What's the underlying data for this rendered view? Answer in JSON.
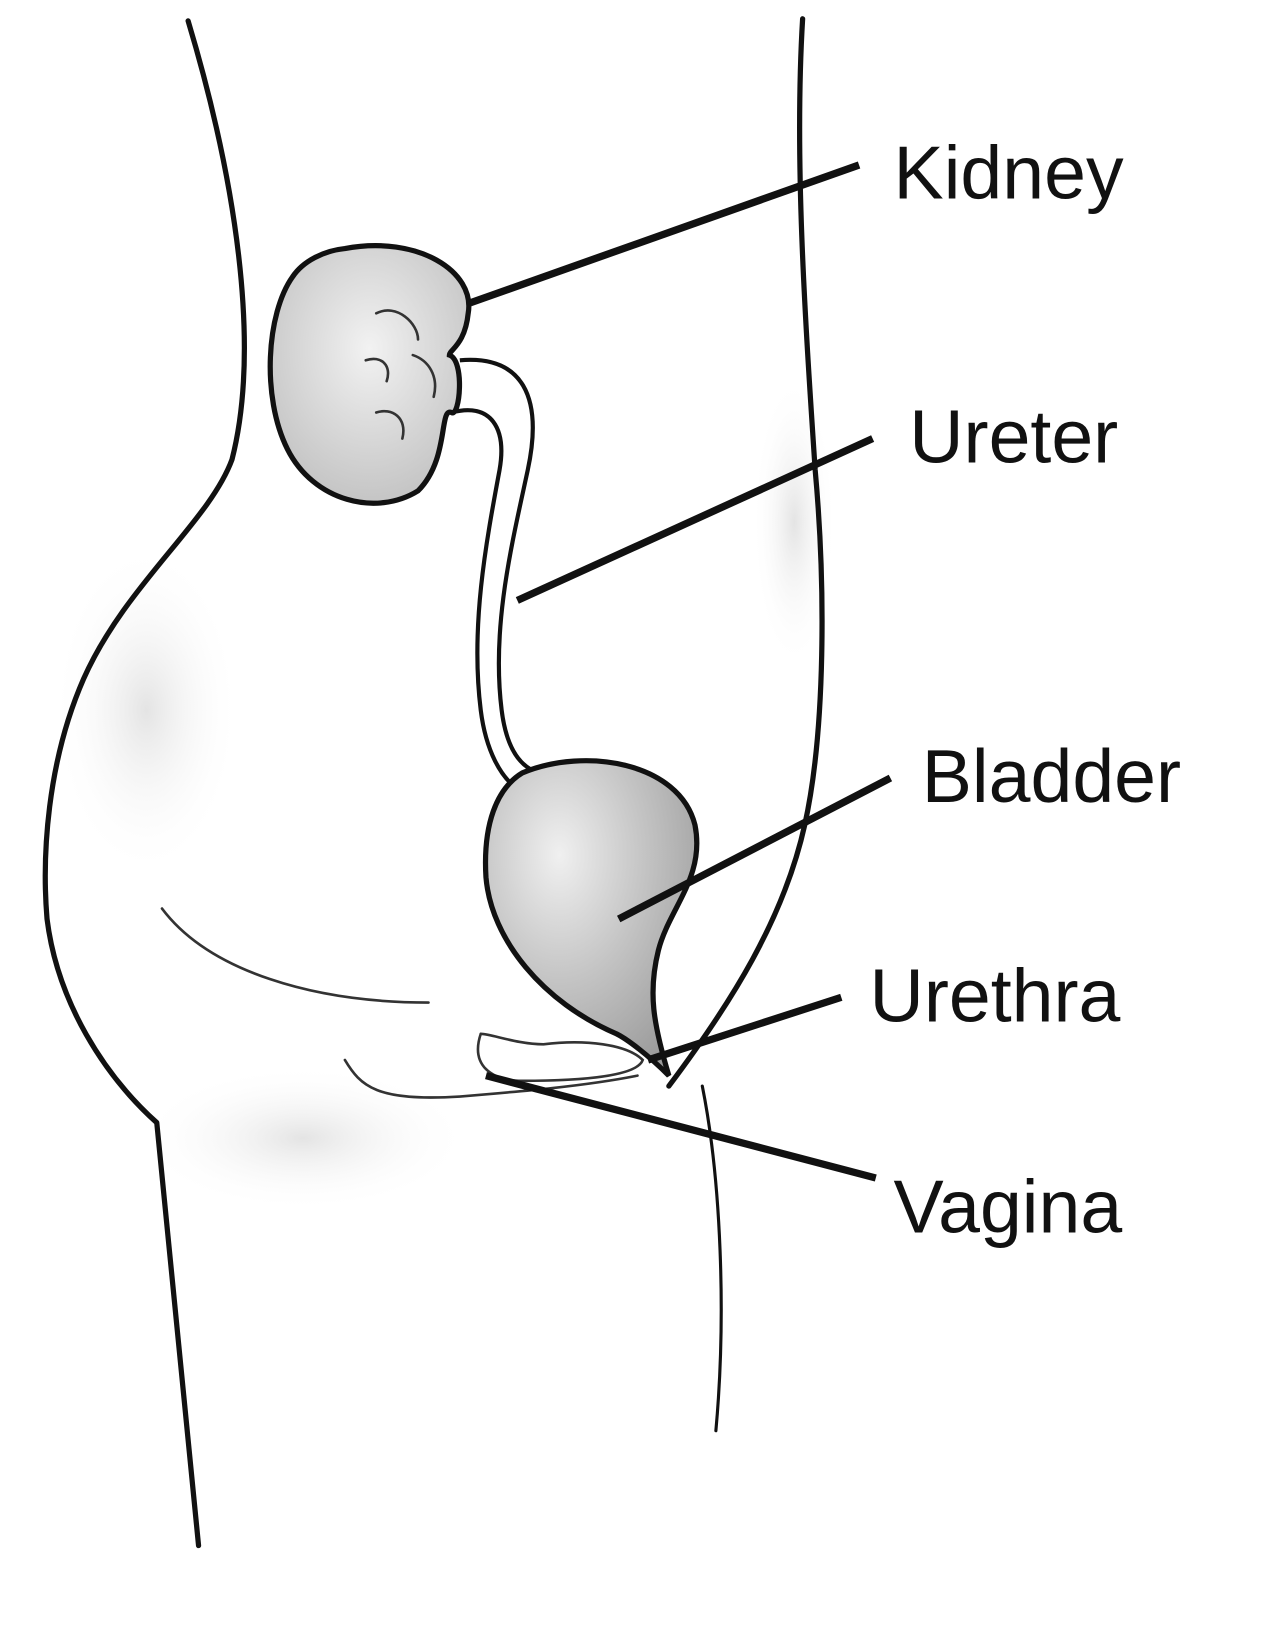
{
  "labels": {
    "kidney": "Kidney",
    "ureter": "Ureter",
    "bladder": "Bladder",
    "urethra": "Urethra",
    "vagina": "Vagina"
  },
  "colors": {
    "line": "#111111",
    "organ_fill": "#d9d9d9",
    "bladder_fill": "#bdbdbd",
    "background": "#ffffff"
  }
}
